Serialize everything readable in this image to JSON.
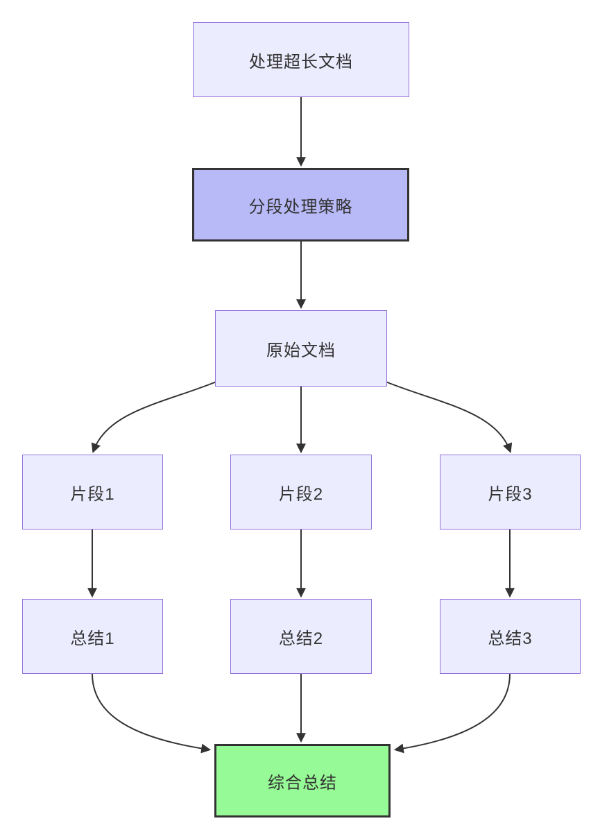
{
  "diagram": {
    "type": "flowchart",
    "direction": "top-down",
    "nodes": [
      {
        "id": "A",
        "label": "处理超长文档",
        "style": "default"
      },
      {
        "id": "B",
        "label": "分段处理策略",
        "style": "highlight-purple"
      },
      {
        "id": "C",
        "label": "原始文档",
        "style": "default"
      },
      {
        "id": "D1",
        "label": "片段1",
        "style": "default"
      },
      {
        "id": "D2",
        "label": "片段2",
        "style": "default"
      },
      {
        "id": "D3",
        "label": "片段3",
        "style": "default"
      },
      {
        "id": "E1",
        "label": "总结1",
        "style": "default"
      },
      {
        "id": "E2",
        "label": "总结2",
        "style": "default"
      },
      {
        "id": "E3",
        "label": "总结3",
        "style": "default"
      },
      {
        "id": "F",
        "label": "综合总结",
        "style": "highlight-green"
      }
    ],
    "edges": [
      {
        "from": "A",
        "to": "B"
      },
      {
        "from": "B",
        "to": "C"
      },
      {
        "from": "C",
        "to": "D1"
      },
      {
        "from": "C",
        "to": "D2"
      },
      {
        "from": "C",
        "to": "D3"
      },
      {
        "from": "D1",
        "to": "E1"
      },
      {
        "from": "D2",
        "to": "E2"
      },
      {
        "from": "D3",
        "to": "E3"
      },
      {
        "from": "E1",
        "to": "F"
      },
      {
        "from": "E2",
        "to": "F"
      },
      {
        "from": "E3",
        "to": "F"
      }
    ],
    "colors": {
      "background": "#ffffff",
      "node_fill": "#ECECFF",
      "node_border": "#9370DB",
      "highlight_purple_fill": "#b8b9f7",
      "highlight_green_fill": "#96fa96",
      "highlight_border": "#333333",
      "edge_stroke": "#333333",
      "text": "#333333"
    }
  }
}
